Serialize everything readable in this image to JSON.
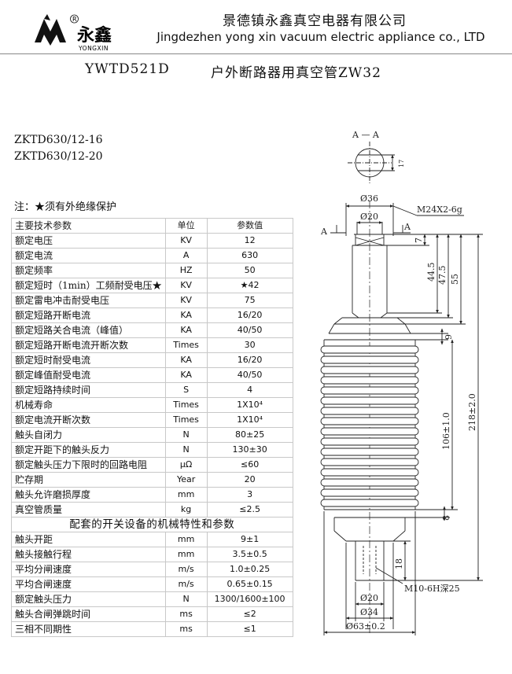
{
  "header": {
    "logo_text": "永鑫",
    "logo_sub": "YONGXIN",
    "registered": "R",
    "company_cn": "景德镇永鑫真空电器有限公司",
    "company_en": "Jingdezhen yong xin vacuum electric appliance co., LTD"
  },
  "product": {
    "model": "YWTD521D",
    "title": "户外断路器用真空管ZW32",
    "variants": [
      "ZKTD630/12-16",
      "ZKTD630/12-20"
    ]
  },
  "note": "注：★须有外绝缘保护",
  "spec_table": {
    "header": [
      "主要技术参数",
      "单位",
      "参数值"
    ],
    "rows": [
      [
        "额定电压",
        "KV",
        "12"
      ],
      [
        "额定电流",
        "A",
        "630"
      ],
      [
        "额定频率",
        "HZ",
        "50"
      ],
      [
        "额定短时（1min）工频耐受电压★",
        "KV",
        "★42"
      ],
      [
        "额定雷电冲击耐受电压",
        "KV",
        "75"
      ],
      [
        "额定短路开断电流",
        "KA",
        "16/20"
      ],
      [
        "额定短路关合电流（峰值）",
        "KA",
        "40/50"
      ],
      [
        "额定短路开断电流开断次数",
        "Times",
        "30"
      ],
      [
        "额定短时耐受电流",
        "KA",
        "16/20"
      ],
      [
        "额定峰值耐受电流",
        "KA",
        "40/50"
      ],
      [
        "额定短路持续时间",
        "S",
        "4"
      ],
      [
        "机械寿命",
        "Times",
        "1X10⁴"
      ],
      [
        "额定电流开断次数",
        "Times",
        "1X10⁴"
      ],
      [
        "触头自闭力",
        "N",
        "80±25"
      ],
      [
        "额定开距下的触头反力",
        "N",
        "130±30"
      ],
      [
        "额定触头压力下限时的回路电阻",
        "μΩ",
        "≤60"
      ],
      [
        "贮存期",
        "Year",
        "20"
      ],
      [
        "触头允许磨损厚度",
        "mm",
        "3"
      ],
      [
        "真空管质量",
        "kg",
        "≤2.5"
      ]
    ],
    "section_title": "配套的开关设备的机械特性和参数",
    "rows2": [
      [
        "触头开距",
        "mm",
        "9±1"
      ],
      [
        "触头接触行程",
        "mm",
        "3.5±0.5"
      ],
      [
        "平均分闸速度",
        "m/s",
        "1.0±0.25"
      ],
      [
        "平均合闸速度",
        "m/s",
        "0.65±0.15"
      ],
      [
        "额定触头压力",
        "N",
        "1300/1600±100"
      ],
      [
        "触头合闸弹跳时间",
        "ms",
        "≤2"
      ],
      [
        "三相不同期性",
        "ms",
        "≤1"
      ]
    ]
  },
  "drawing": {
    "section_label": "A — A",
    "section_dim": "17",
    "dia36": "Ø36",
    "thread_top": "M24X2-6g",
    "dia20_top": "Ø20",
    "a_left": "A",
    "a_right": "A",
    "dim7": "7",
    "dim44_5": "44.5",
    "dim47_5": "47.5",
    "dim55": "55",
    "dim9": "9",
    "dim218": "218±2.0",
    "dim106": "106±1.0",
    "dim8": "8",
    "dim18": "18",
    "thread_bottom": "M10-6H深25",
    "dia20_bottom": "Ø20",
    "dia34": "Ø34",
    "dia63": "Ø63±0.2"
  }
}
